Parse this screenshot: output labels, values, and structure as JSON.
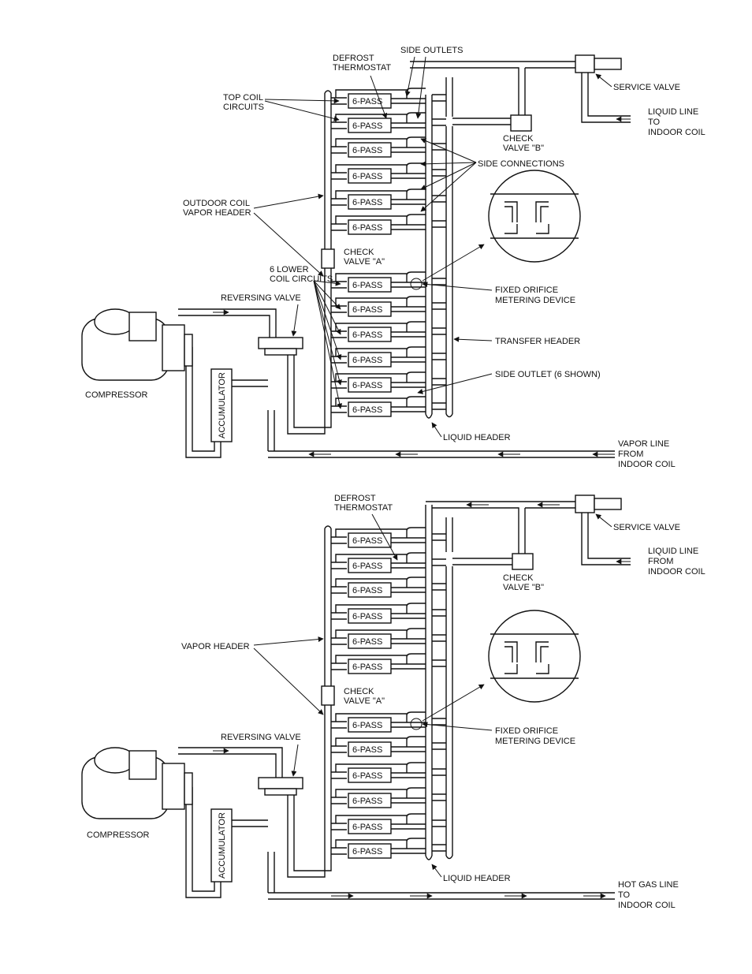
{
  "top": {
    "defrost_thermostat": [
      "DEFROST",
      "THERMOSTAT"
    ],
    "side_outlets": "SIDE OUTLETS",
    "service_valve": "SERVICE VALVE",
    "liquid_line": [
      "LIQUID LINE",
      "TO",
      "INDOOR COIL"
    ],
    "check_valve_b": [
      "CHECK",
      "VALVE \"B\""
    ],
    "top_coil_circuits": [
      "TOP COIL",
      "CIRCUITS"
    ],
    "side_connections": "SIDE CONNECTIONS",
    "outdoor_coil_vapor_header": [
      "OUTDOOR COIL",
      "VAPOR HEADER"
    ],
    "check_valve_a": [
      "CHECK",
      "VALVE \"A\""
    ],
    "lower_coil_circuits": [
      "6 LOWER",
      "COIL CIRCUITS"
    ],
    "reversing_valve": "REVERSING VALVE",
    "fixed_orifice": [
      "FIXED ORIFICE",
      "METERING DEVICE"
    ],
    "transfer_header": "TRANSFER HEADER",
    "side_outlet_6": "SIDE OUTLET (6 SHOWN)",
    "compressor": "COMPRESSOR",
    "accumulator": "ACCUMULATOR",
    "liquid_header": "LIQUID HEADER",
    "vapor_line": [
      "VAPOR LINE",
      "FROM",
      "INDOOR COIL"
    ],
    "pass_label": "6-PASS"
  },
  "bottom": {
    "defrost_thermostat": [
      "DEFROST",
      "THERMOSTAT"
    ],
    "service_valve": "SERVICE VALVE",
    "liquid_line": [
      "LIQUID LINE",
      "FROM",
      "INDOOR COIL"
    ],
    "check_valve_b": [
      "CHECK",
      "VALVE \"B\""
    ],
    "vapor_header": "VAPOR HEADER",
    "check_valve_a": [
      "CHECK",
      "VALVE \"A\""
    ],
    "reversing_valve": "REVERSING VALVE",
    "fixed_orifice": [
      "FIXED ORIFICE",
      "METERING DEVICE"
    ],
    "compressor": "COMPRESSOR",
    "accumulator": "ACCUMULATOR",
    "liquid_header": "LIQUID HEADER",
    "hot_gas_line": [
      "HOT GAS LINE",
      "TO",
      "INDOOR COIL"
    ],
    "pass_label": "6-PASS"
  }
}
